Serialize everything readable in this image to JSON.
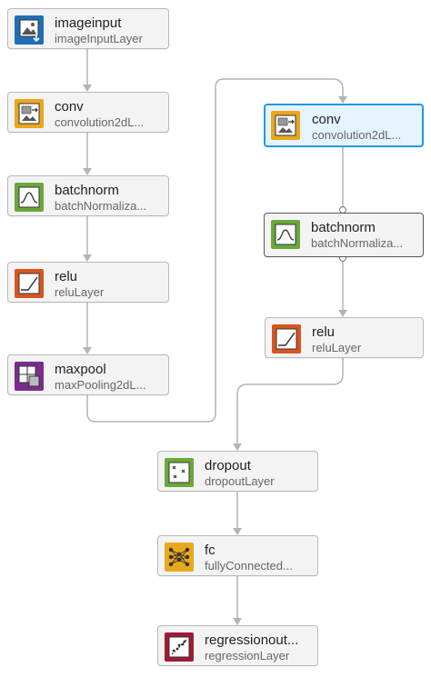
{
  "colors": {
    "wire": "#b4b4b4",
    "input_icon": "#1f6fb6",
    "conv_icon": "#e9a81c",
    "norm_icon": "#6aa83b",
    "activation_icon": "#d9541f",
    "pool_icon": "#7a2d8c",
    "fc_icon": "#e9a81c",
    "output_icon": "#a01a33",
    "selected_border": "#1e9be0"
  },
  "layers": [
    {
      "id": "imageinput",
      "name": "imageinput",
      "type": "imageInputLayer",
      "icon": "image-input-icon",
      "selected": false
    },
    {
      "id": "conv_1",
      "name": "conv",
      "type": "convolution2dL...",
      "icon": "convolution-icon",
      "selected": false
    },
    {
      "id": "batchnorm_1",
      "name": "batchnorm",
      "type": "batchNormaliza...",
      "icon": "batch-normalization-icon",
      "selected": false
    },
    {
      "id": "relu_1",
      "name": "relu",
      "type": "reluLayer",
      "icon": "relu-icon",
      "selected": false
    },
    {
      "id": "maxpool",
      "name": "maxpool",
      "type": "maxPooling2dL...",
      "icon": "max-pooling-icon",
      "selected": false
    },
    {
      "id": "conv_2",
      "name": "conv",
      "type": "convolution2dL...",
      "icon": "convolution-icon",
      "selected": true
    },
    {
      "id": "batchnorm_2",
      "name": "batchnorm",
      "type": "batchNormaliza...",
      "icon": "batch-normalization-icon",
      "selected": false
    },
    {
      "id": "relu_2",
      "name": "relu",
      "type": "reluLayer",
      "icon": "relu-icon",
      "selected": false
    },
    {
      "id": "dropout",
      "name": "dropout",
      "type": "dropoutLayer",
      "icon": "dropout-icon",
      "selected": false
    },
    {
      "id": "fc",
      "name": "fc",
      "type": "fullyConnected...",
      "icon": "fully-connected-icon",
      "selected": false
    },
    {
      "id": "regressionoutput",
      "name": "regressionout...",
      "type": "regressionLayer",
      "icon": "regression-output-icon",
      "selected": false
    }
  ],
  "connections": [
    [
      "imageinput",
      "conv_1"
    ],
    [
      "conv_1",
      "batchnorm_1"
    ],
    [
      "batchnorm_1",
      "relu_1"
    ],
    [
      "relu_1",
      "maxpool"
    ],
    [
      "maxpool",
      "conv_2"
    ],
    [
      "conv_2",
      "batchnorm_2"
    ],
    [
      "batchnorm_2",
      "relu_2"
    ],
    [
      "relu_2",
      "dropout"
    ],
    [
      "dropout",
      "fc"
    ],
    [
      "fc",
      "regressionoutput"
    ]
  ]
}
